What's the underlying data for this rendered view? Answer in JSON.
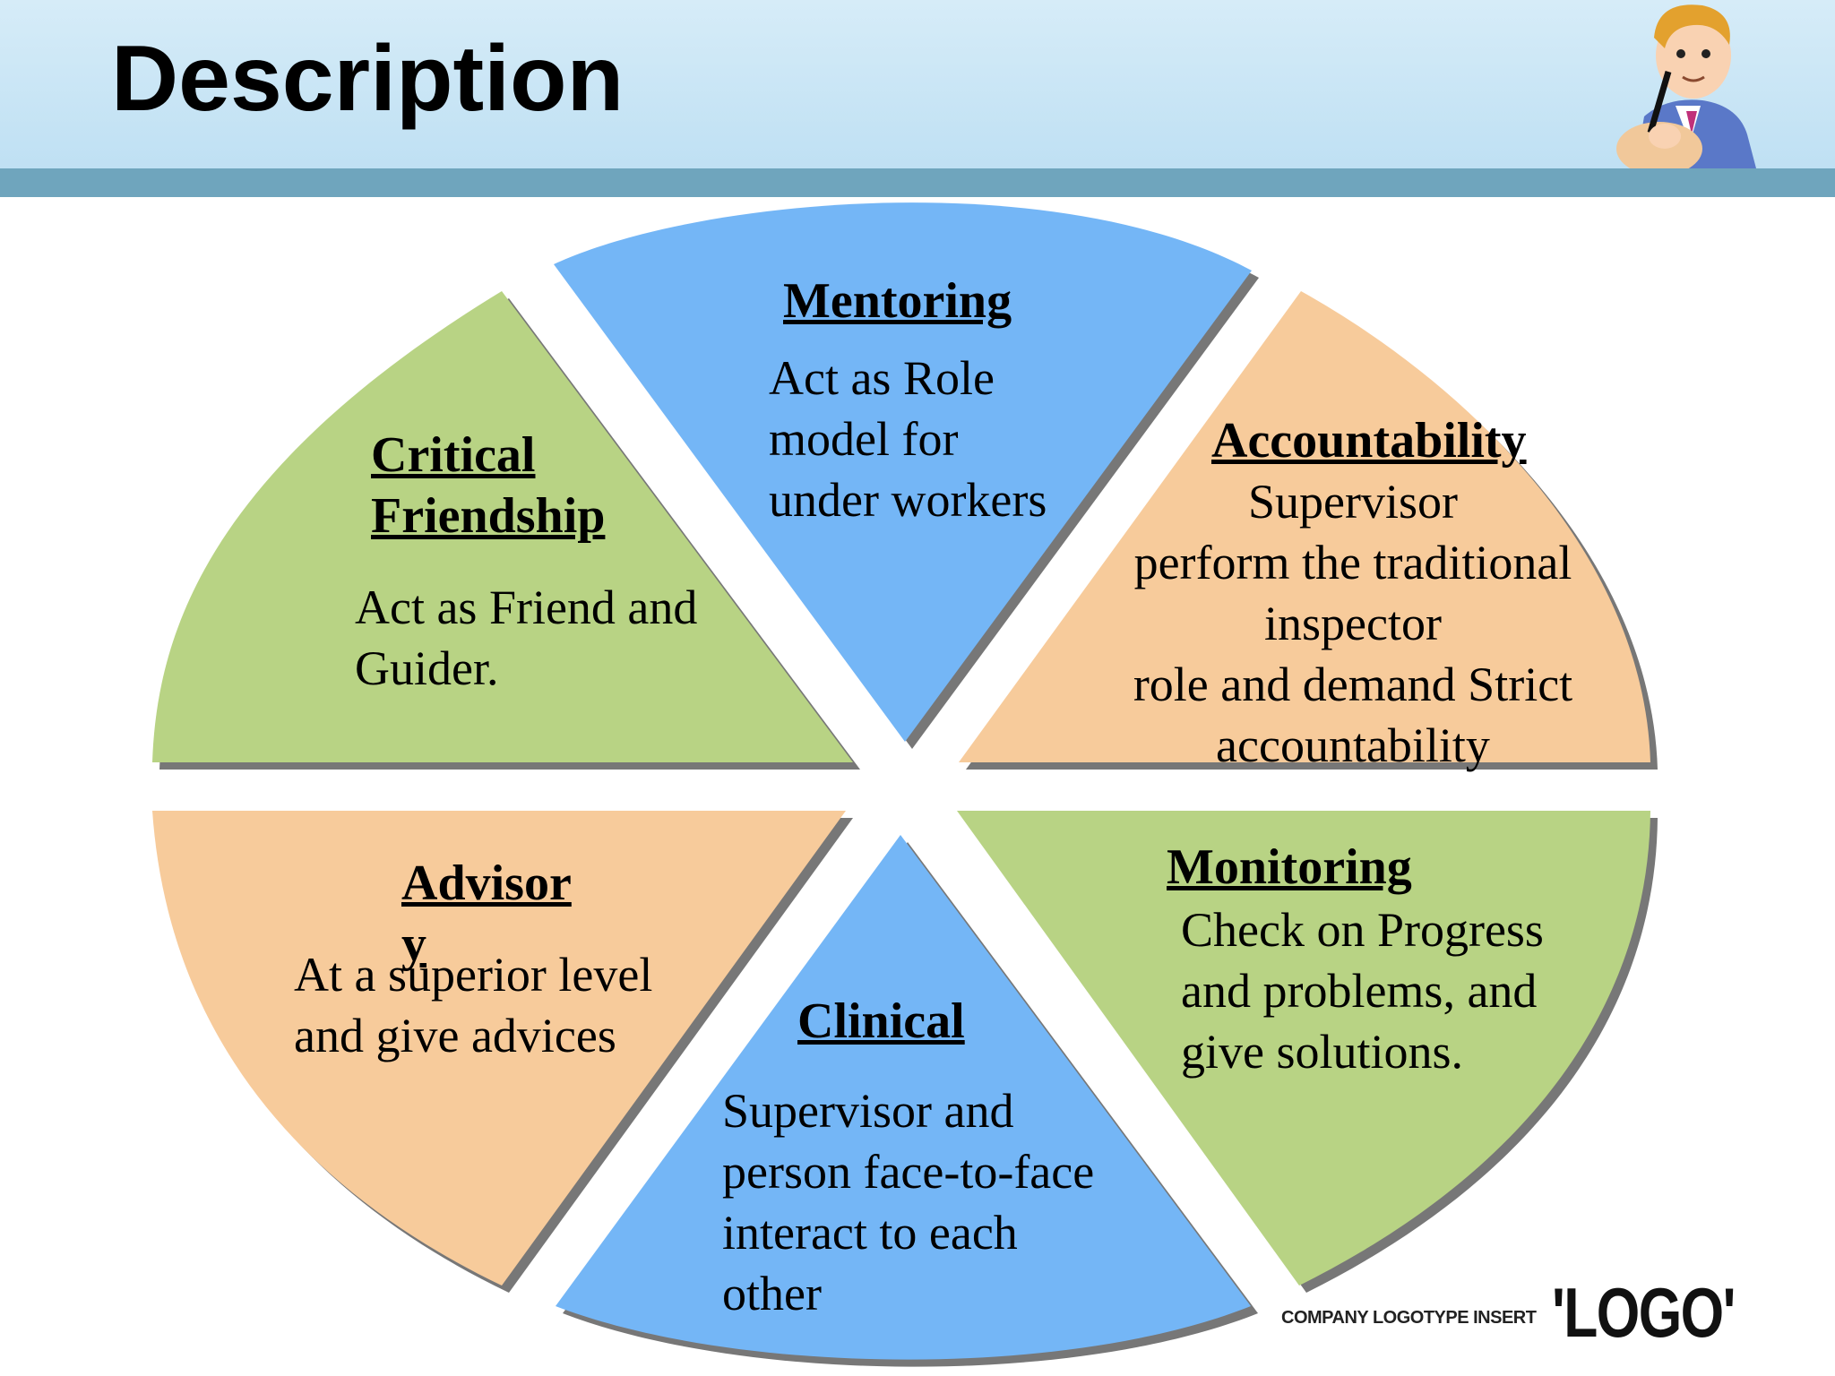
{
  "title": "Description",
  "segments": {
    "mentoring": {
      "title": "Mentoring",
      "lines": [
        "Act as Role",
        "model for",
        "under workers"
      ],
      "color": "#74b6f6"
    },
    "critical": {
      "title_lines": [
        "Critical",
        "Friendship"
      ],
      "lines": [
        "Act as Friend and",
        "Guider."
      ],
      "color": "#b8d384"
    },
    "accountability": {
      "title": "Accountability",
      "lines": [
        "Supervisor",
        "perform the traditional",
        "inspector",
        "role and demand Strict",
        "accountability"
      ],
      "color": "#f7cb9b"
    },
    "advisory": {
      "title_lines": [
        "Advisor",
        "y"
      ],
      "lines": [
        "At a superior level",
        "and give advices"
      ],
      "color": "#f7cb9b"
    },
    "clinical": {
      "title": "Clinical",
      "lines": [
        "Supervisor and",
        "person face-to-face",
        "interact to each",
        "other"
      ],
      "color": "#74b6f6"
    },
    "monitoring": {
      "title": "Monitoring",
      "lines": [
        "Check on Progress",
        "and problems, and",
        "give solutions."
      ],
      "color": "#b8d384"
    }
  },
  "footer": {
    "caption": "COMPANY LOGOTYPE INSERT",
    "logo": "'LOGO'"
  },
  "colors": {
    "header": "#c6e4f6",
    "header_bar": "#6fa5bd",
    "segment_shadow": "#777777"
  },
  "icons": [
    "cartoon-man-writing-icon"
  ]
}
